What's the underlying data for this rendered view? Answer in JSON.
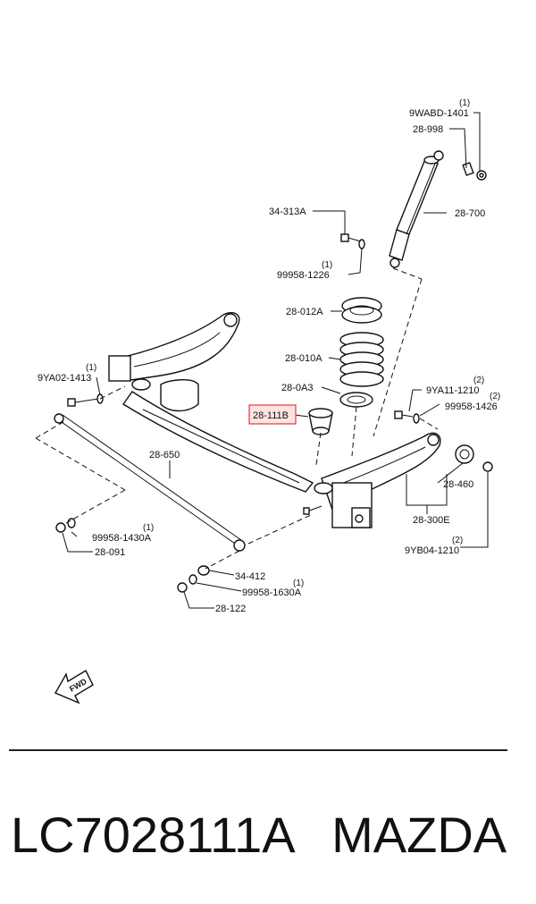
{
  "labels": {
    "p9WABD1401": "9WABD-1401",
    "q9WABD1401": "(1)",
    "p28998": "28-998",
    "p34313A": "34-313A",
    "p28700": "28-700",
    "p999581226": "99958-1226",
    "q999581226": "(1)",
    "p28012A": "28-012A",
    "p28010A": "28-010A",
    "p9YA021413": "9YA02-1413",
    "q9YA021413": "(1)",
    "p280A3": "28-0A3",
    "p9YA111210": "9YA11-1210",
    "q9YA111210": "(2)",
    "p28111B": "28-111B",
    "p999581426": "99958-1426",
    "q999581426": "(2)",
    "p28650": "28-650",
    "p28460": "28-460",
    "p28300E": "28-300E",
    "p999581430A": "99958-1430A",
    "q999581430A": "(1)",
    "p28091": "28-091",
    "p9YB041210": "9YB04-1210",
    "q9YB041210": "(2)",
    "p34412": "34-412",
    "p999581630A": "99958-1630A",
    "q999581630A": "(1)",
    "p28122": "28-122",
    "fwd": "FWD"
  },
  "caption": {
    "part_number": "LC7028111A",
    "brand": "MAZDA"
  },
  "colors": {
    "highlight_border": "#e03a3a",
    "highlight_fill": "#fbe3e3",
    "ink": "#111111"
  }
}
